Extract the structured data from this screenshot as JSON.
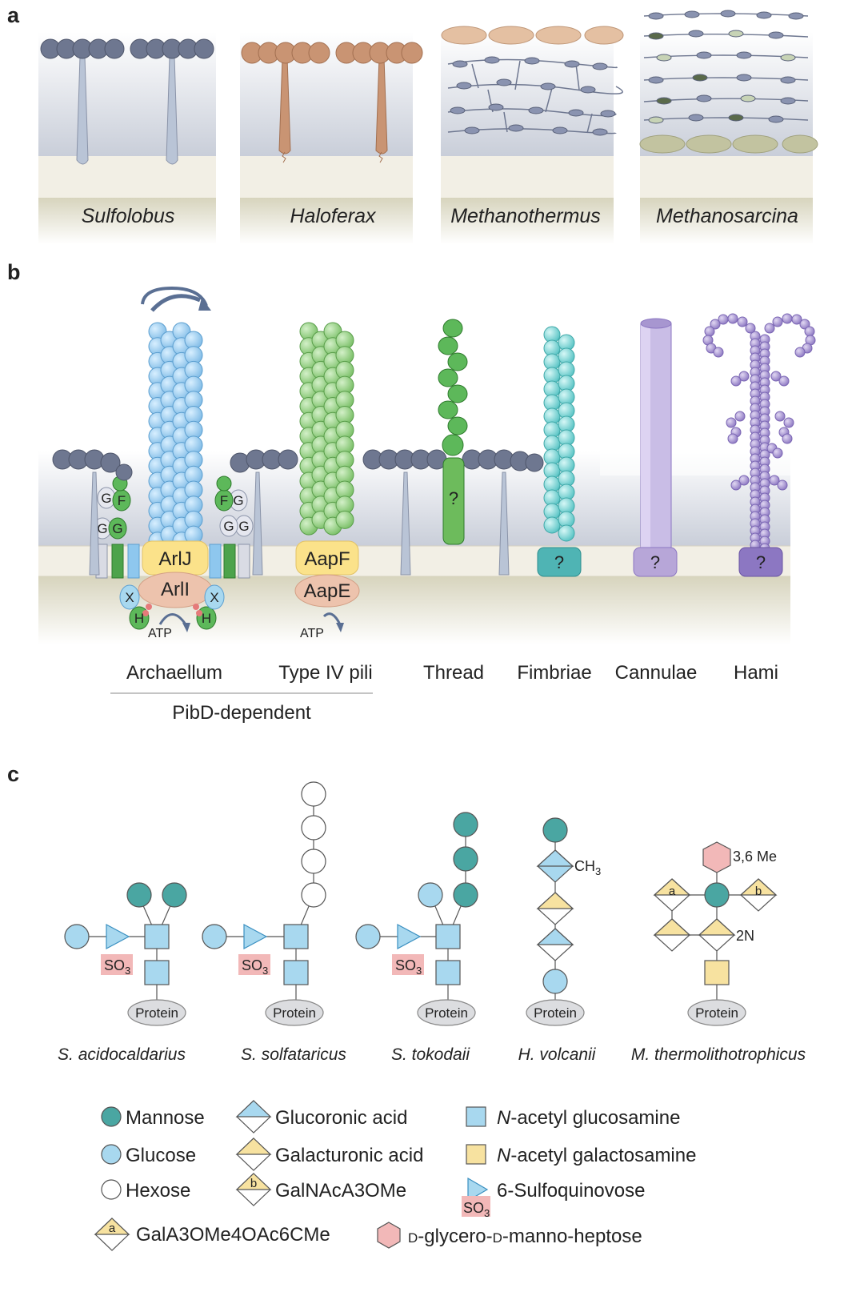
{
  "panels": {
    "a": "a",
    "b": "b",
    "c": "c"
  },
  "panel_a": {
    "species": [
      "Sulfolobus",
      "Haloferax",
      "Methanothermus",
      "Methanosarcina"
    ]
  },
  "panel_b": {
    "labels": {
      "arlj": "ArlJ",
      "arli": "ArlI",
      "aapf": "AapF",
      "aape": "AapE",
      "atp": "ATP",
      "q": "?",
      "g": "G",
      "f": "F",
      "x": "X",
      "h": "H"
    },
    "structures": [
      "Archaellum",
      "Type IV pili",
      "Thread",
      "Fimbriae",
      "Cannulae",
      "Hami"
    ],
    "group_label": "PibD-dependent"
  },
  "panel_c": {
    "protein": "Protein",
    "so3": "SO",
    "so3_sub": "3",
    "ch3": "CH",
    "ch3_sub": "3",
    "me36": "3,6 Me",
    "n2": "2N",
    "a": "a",
    "b": "b",
    "species": [
      "S. acidocaldarius",
      "S. solfataricus",
      "S. tokodaii",
      "H. volcanii",
      "M. thermolithotrophicus"
    ]
  },
  "legend": {
    "mannose": "Mannose",
    "glucose": "Glucose",
    "hexose": "Hexose",
    "glucoronic": "Glucoronic acid",
    "galacturonic": "Galacturonic acid",
    "galnac": "GalNAcA3OMe",
    "nacglc_pre": "N",
    "nacglc": "-acetyl glucosamine",
    "nacgal_pre": "N",
    "nacgal": "-acetyl galactosamine",
    "sulfoquinovose": "6-Sulfoquinovose",
    "gala": "GalA3OMe4OAc6CMe",
    "heptose_d1": "D",
    "heptose_mid": "-glycero-",
    "heptose_d2": "D",
    "heptose_end": "-manno-heptose"
  },
  "colors": {
    "mannose": "#4aa6a2",
    "glucose": "#a8d8ef",
    "nacglc": "#a8d8ef",
    "galactose": "#f7e2a0",
    "heptose": "#f2b8b8",
    "so3": "#f2b8b8",
    "slayer_sulfolobus": "#6e7790",
    "slayer_haloferax": "#c99473",
    "archaellum": "#8ec7ee",
    "pili": "#8bc97a",
    "thread": "#4da34b",
    "fimbriae": "#6bcfd0",
    "cannulae": "#b7a6d8",
    "hami": "#9a86cc",
    "membrane": "#f1eee3",
    "cytoplasm": "#d9d6c0"
  }
}
